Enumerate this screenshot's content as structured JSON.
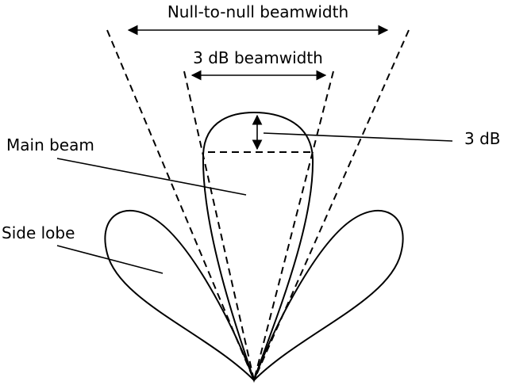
{
  "labels": {
    "null_to_null": "Null-to-null beamwidth",
    "three_db_beamwidth": "3 dB beamwidth",
    "main_beam": "Main beam",
    "side_lobe": "Side lobe",
    "three_db": "3 dB"
  }
}
